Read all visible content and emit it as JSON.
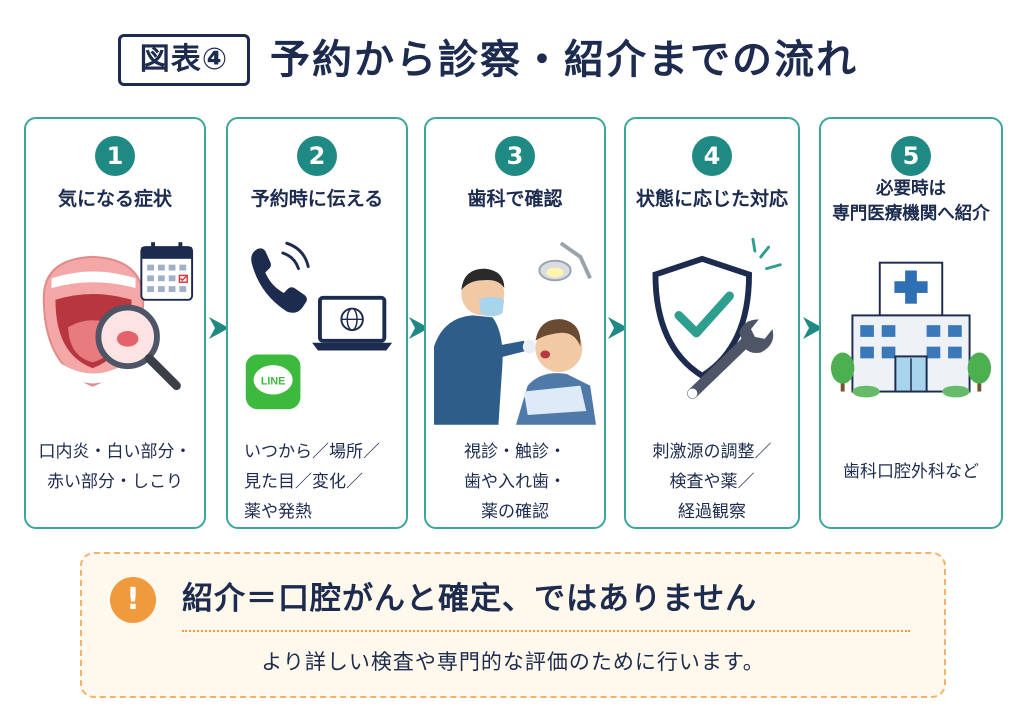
{
  "header": {
    "fig_label": "図表④",
    "title": "予約から診察・紹介までの流れ"
  },
  "steps": [
    {
      "number": "1",
      "title": "気になる症状",
      "desc": [
        "口内炎・白い部分・",
        "赤い部分・しこり"
      ]
    },
    {
      "number": "2",
      "title": "予約時に伝える",
      "desc": [
        "いつから／場所／",
        "見た目／変化／",
        "薬や発熱"
      ],
      "line_logo": "LINE"
    },
    {
      "number": "3",
      "title": "歯科で確認",
      "desc": [
        "視診・触診・",
        "歯や入れ歯・",
        "薬の確認"
      ]
    },
    {
      "number": "4",
      "title": "状態に応じた対応",
      "desc": [
        "刺激源の調整／",
        "検査や薬／",
        "経過観察"
      ]
    },
    {
      "number": "5",
      "title": [
        "必要時は",
        "専門医療機関へ紹介"
      ],
      "desc": [
        "歯科口腔外科など"
      ]
    }
  ],
  "note": {
    "icon": "!",
    "main": "紹介＝口腔がんと確定、ではありません",
    "sub": "より詳しい検査や専門的な評価のために行います。"
  },
  "colors": {
    "navy": "#1d2b4f",
    "teal": "#1f8a83",
    "card_border": "#3aa79a",
    "note_accent": "#ef9a3c",
    "note_bg": "#fff8ec"
  }
}
